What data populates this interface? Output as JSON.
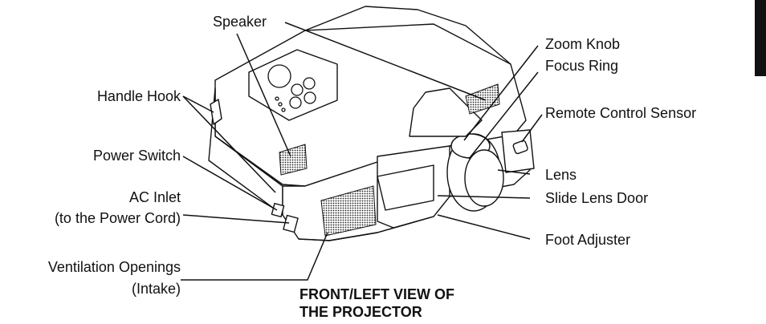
{
  "labels": {
    "speaker": "Speaker",
    "handle_hook": "Handle Hook",
    "power_switch": "Power Switch",
    "ac_inlet_line1": "AC Inlet",
    "ac_inlet_line2": "(to the Power Cord)",
    "ventilation_line1": "Ventilation Openings",
    "ventilation_line2": "(Intake)",
    "zoom_knob": "Zoom Knob",
    "focus_ring": "Focus Ring",
    "remote_sensor": "Remote Control Sensor",
    "lens": "Lens",
    "slide_lens_door": "Slide Lens Door",
    "foot_adjuster": "Foot Adjuster"
  },
  "caption": {
    "line1": "FRONT/LEFT VIEW OF",
    "line2": "THE PROJECTOR"
  },
  "colors": {
    "ink": "#111111",
    "body": "#ffffff",
    "grille": "#333333"
  }
}
